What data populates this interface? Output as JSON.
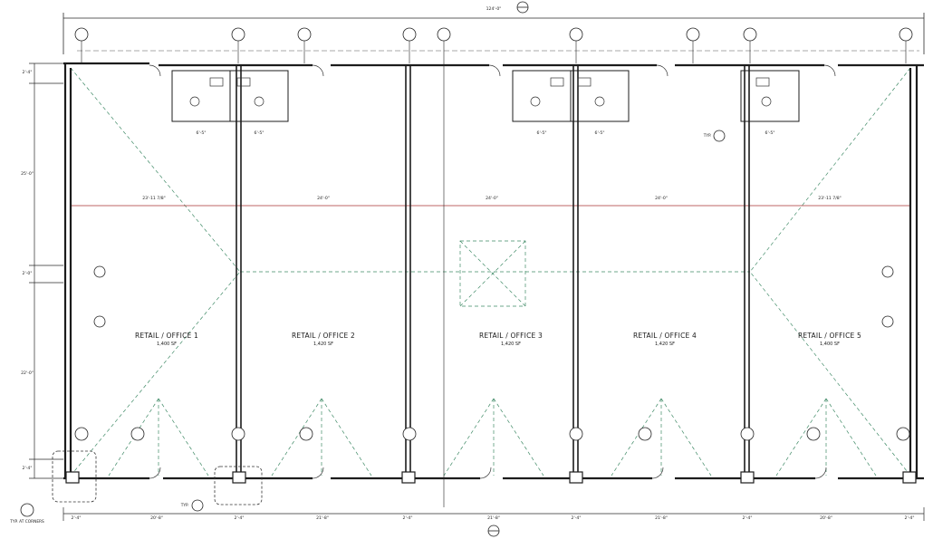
{
  "rooms": [
    {
      "name": "RETAIL / OFFICE 1",
      "area": "1,400 SF"
    },
    {
      "name": "RETAIL / OFFICE 2",
      "area": "1,420 SF"
    },
    {
      "name": "RETAIL / OFFICE 3",
      "area": "1,420 SF"
    },
    {
      "name": "RETAIL / OFFICE 4",
      "area": "1,420 SF"
    },
    {
      "name": "RETAIL / OFFICE 5",
      "area": "1,400 SF"
    }
  ],
  "dimensions": {
    "overall_top": "124'-0\"",
    "mid_spans": [
      "23'-11 7/8\"",
      "24'-0\"",
      "24'-0\"",
      "24'-0\"",
      "23'-11 7/8\""
    ],
    "bottom_spans": [
      "2'-4\"",
      "20'-8\"",
      "2'-4\"",
      "21'-8\"",
      "2'-4\"",
      "21'-8\"",
      "2'-4\"",
      "21'-8\"",
      "2'-4\"",
      "20'-8\"",
      "2'-4\""
    ],
    "left_side": [
      "2'-4\"",
      "25'-0\"",
      "2'-0\"",
      "22'-0\"",
      "2'-4\""
    ],
    "restroom": [
      "6'-5\"",
      "6'-5\"",
      "6'-5\"",
      "6'-5\"",
      "6'-5\""
    ]
  },
  "notes": {
    "typ_corners": "TYP. AT CORNERS",
    "typ": "TYP."
  },
  "colors": {
    "wall": "#1c1c1c",
    "dashed_guide": "#3f8a66",
    "dim_line": "#2a2a2a",
    "paper": "#ffffff"
  }
}
